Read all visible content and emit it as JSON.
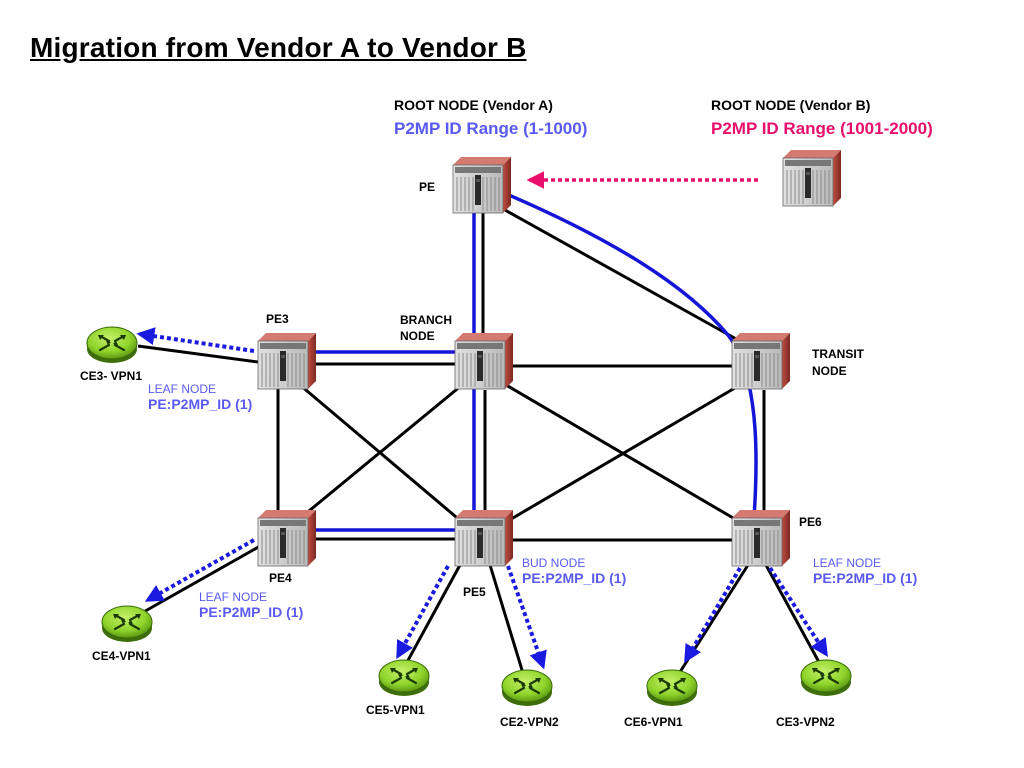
{
  "title": "Migration from Vendor A to Vendor B",
  "root_a": {
    "heading": "ROOT NODE (Vendor A)",
    "range": "P2MP ID Range (1-1000)",
    "range_color": "#5a5af0"
  },
  "root_b": {
    "heading": "ROOT NODE (Vendor B)",
    "range": "P2MP ID Range (1001-2000)",
    "range_color": "#e8106a"
  },
  "routers": {
    "pe": "PE",
    "pe3": "PE3",
    "pe4": "PE4",
    "pe5": "PE5",
    "pe6": "PE6",
    "branch": [
      "BRANCH",
      "NODE"
    ],
    "transit": [
      "TRANSIT",
      "NODE"
    ]
  },
  "annotations": {
    "pe3_leaf": [
      "LEAF NODE",
      "PE:P2MP_ID (1)"
    ],
    "pe4_leaf": [
      "LEAF NODE",
      "PE:P2MP_ID (1)"
    ],
    "pe5_bud": [
      "BUD NODE",
      "PE:P2MP_ID (1)"
    ],
    "pe6_leaf": [
      "LEAF NODE",
      "PE:P2MP_ID (1)"
    ]
  },
  "customer_edges": {
    "ce3_vpn1": "CE3- VPN1",
    "ce4_vpn1": "CE4-VPN1",
    "ce5_vpn1": "CE5-VPN1",
    "ce2_vpn2": "CE2-VPN2",
    "ce6_vpn1": "CE6-VPN1",
    "ce3_vpn2": "CE3-VPN2"
  },
  "colors": {
    "tree_path": "#1515d8",
    "dotted_arrow": "#1a1ae0",
    "migration_arrow": "#e8106a",
    "router_red": "#b8433a",
    "ce_green": "#8fd42a",
    "link": "#000000"
  },
  "icons": {
    "router": "router-chassis-icon",
    "customer_edge": "ce-router-icon"
  }
}
